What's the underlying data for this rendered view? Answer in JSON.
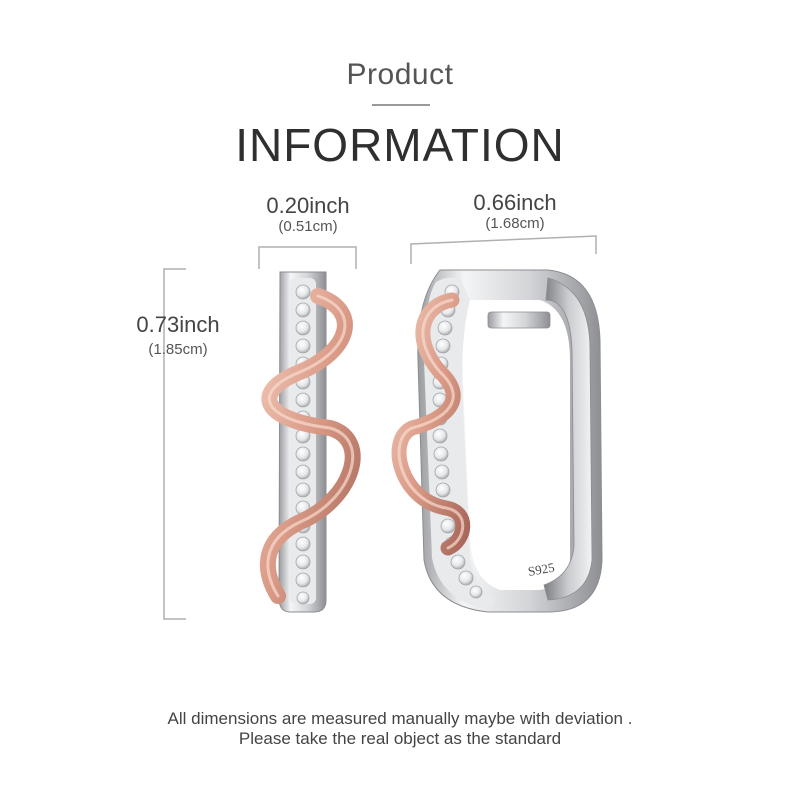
{
  "header": {
    "subtitle": "Product",
    "title": "INFORMATION"
  },
  "dimensions": {
    "width": {
      "inch": "0.20inch",
      "cm": "(0.51cm)"
    },
    "depth": {
      "inch": "0.66inch",
      "cm": "(1.68cm)"
    },
    "height": {
      "inch": "0.73inch",
      "cm": "(1.85cm)"
    }
  },
  "product": {
    "stamp": "S925"
  },
  "footer": {
    "line1": "All dimensions are measured manually maybe with deviation .",
    "line2": "Please take the real object as the standard"
  },
  "colors": {
    "silver": "#d9dadc",
    "rose_gold": "#d99a86",
    "dimension_line": "#b0b0b0"
  }
}
